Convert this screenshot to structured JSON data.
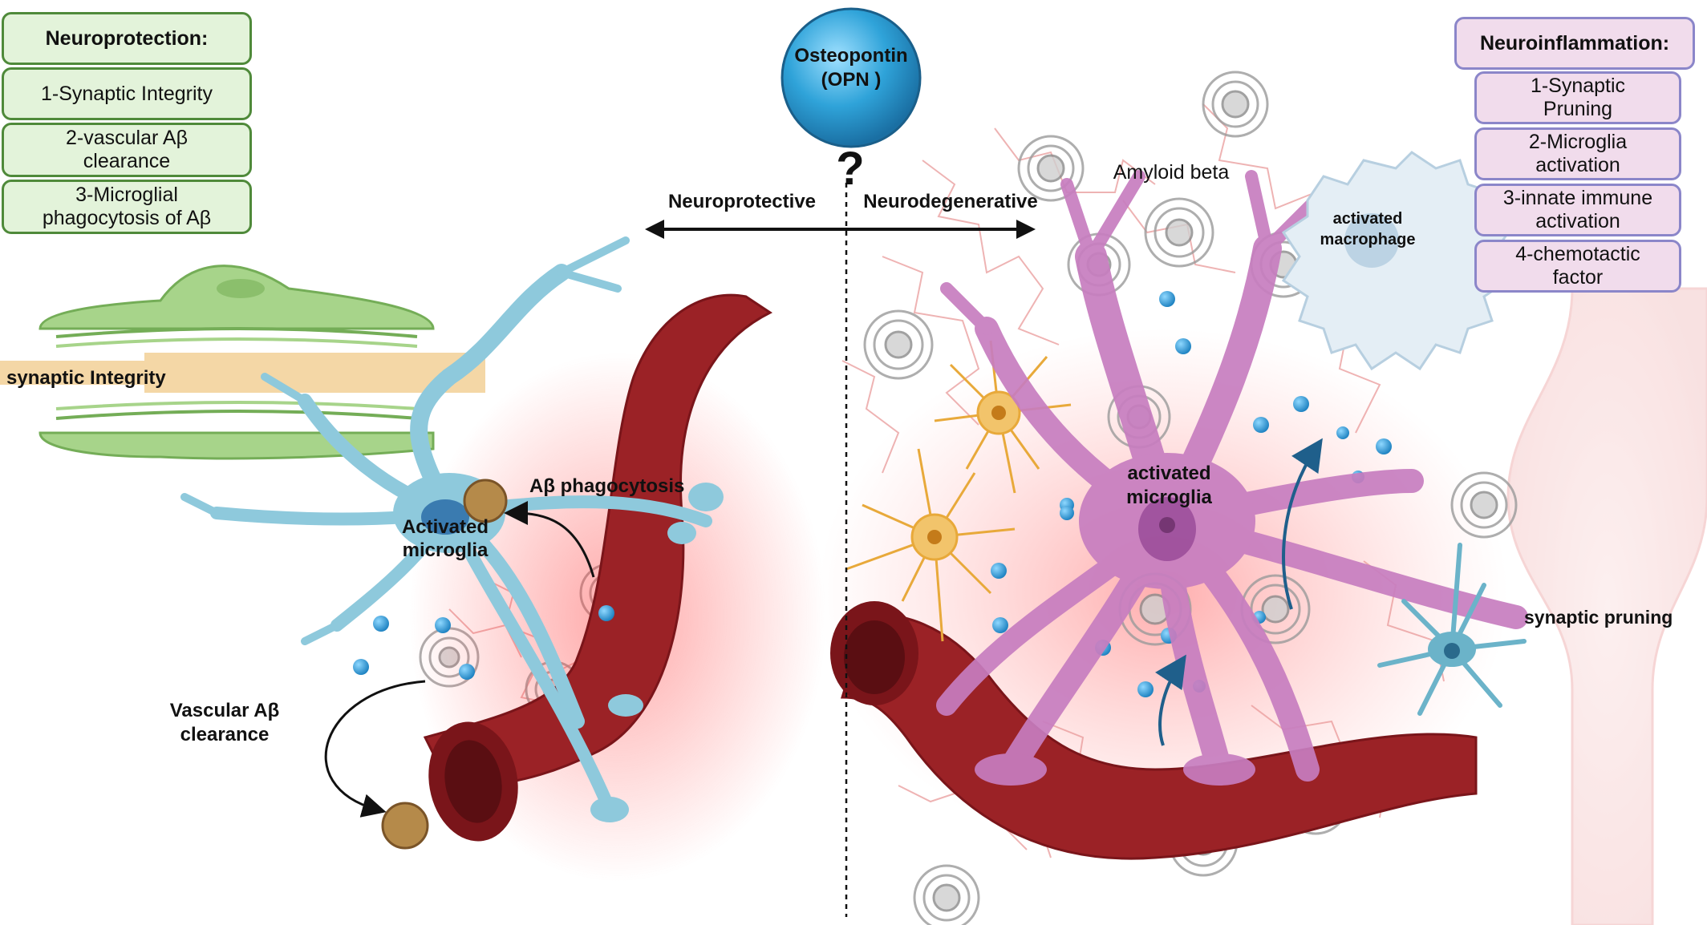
{
  "center": {
    "opn_label_line1": "Osteopontin",
    "opn_label_line2": "(OPN )",
    "question_mark": "?",
    "left_arrow_label": "Neuroprotective",
    "right_arrow_label": "Neurodegenerative"
  },
  "neuroprotection": {
    "title": "Neuroprotection:",
    "items": [
      {
        "line1": "1-Synaptic Integrity",
        "line2": ""
      },
      {
        "line1": "2-vascular Aβ",
        "line2": "clearance"
      },
      {
        "line1": "3-Microglial",
        "line2": "phagocytosis of Aβ"
      }
    ]
  },
  "neuroinflammation": {
    "title": "Neuroinflammation:",
    "items": [
      {
        "line1": "1-Synaptic",
        "line2": "Pruning"
      },
      {
        "line1": "2-Microglia",
        "line2": "activation"
      },
      {
        "line1": "3-innate immune",
        "line2": "activation"
      },
      {
        "line1": "4-chemotactic",
        "line2": "factor"
      }
    ]
  },
  "left_panel": {
    "synaptic_integrity": "synaptic Integrity",
    "abeta_phagocytosis": "Aβ phagocytosis",
    "activated_microglia_line1": "Activated",
    "activated_microglia_line2": "microglia",
    "vascular_clearance_line1": "Vascular Aβ",
    "vascular_clearance_line2": "clearance"
  },
  "right_panel": {
    "amyloid_beta": "Amyloid beta",
    "activated_macrophage_line1": "activated",
    "activated_macrophage_line2": "macrophage",
    "activated_microglia_line1": "activated",
    "activated_microglia_line2": "microglia",
    "synaptic_pruning": "synaptic pruning"
  },
  "colors": {
    "neuroprotection_fill": "#e3f3da",
    "neuroprotection_border": "#4f8a3a",
    "neuroinflammation_fill": "#f1dcec",
    "neuroinflammation_border": "#8b86c9",
    "vessel": "#9b2226",
    "microglia_left": "#8ec9dc",
    "microglia_right": "#c77dbf",
    "astrocyte": "#e8a93a",
    "opn_sphere": "#2fa3d9",
    "amyloid": "#e99a9a"
  }
}
